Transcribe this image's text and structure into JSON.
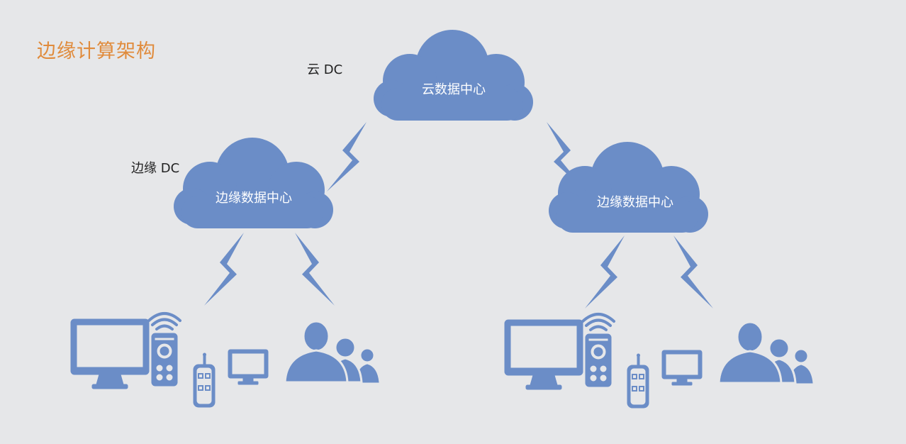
{
  "title": "边缘计算架构",
  "labels": {
    "cloud_dc": "云 DC",
    "edge_dc": "边缘 DC"
  },
  "clouds": {
    "center": "云数据中心",
    "left": "边缘数据中心",
    "right": "边缘数据中心"
  },
  "colors": {
    "background": "#e6e7e9",
    "accent": "#e08b3c",
    "shape": "#6b8dc7",
    "text_on_shape": "#ffffff"
  },
  "icons": [
    "cloud-icon",
    "lightning-icon",
    "desktop-computer-icon",
    "wifi-icon",
    "remote-control-icon",
    "walkie-talkie-icon",
    "monitor-icon",
    "users-group-icon"
  ]
}
